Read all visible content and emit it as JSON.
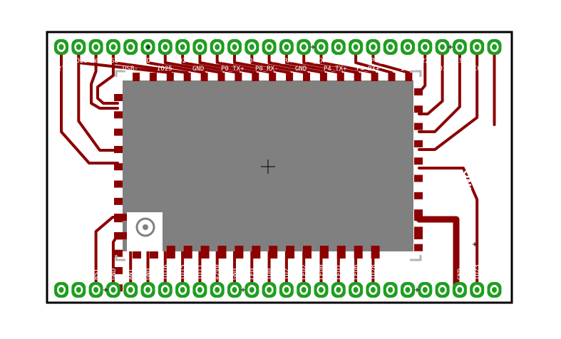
{
  "board": {
    "title": "HE Expander v0.2",
    "logo_text": "DRAGINO",
    "colors": {
      "outline": "#000000",
      "copper": "#8b0000",
      "pad_ring": "#1f9e1f",
      "module": "#808080",
      "silkscreen": "#ffffff",
      "bracket": "#b4b4b4"
    }
  },
  "top_header": {
    "labels_row1": [
      "IO26",
      "GND",
      "USB",
      "GND",
      "IO24",
      "P0_TX-",
      "GND",
      "P0_RX+",
      "P4_TX-",
      "GND",
      "P4_RX-",
      "IO22",
      "IO19"
    ],
    "labels_row2": [
      "IO27",
      "USB-",
      "IO25",
      "GND",
      "P0_TX+",
      "P0_RX-",
      "GND",
      "P4_TX+",
      "P4_RX+",
      "IO21",
      "IO18",
      "IO20"
    ]
  },
  "bottom_header": {
    "labels": [
      "GND",
      "GND",
      "RST",
      "GND",
      "ANT",
      "GND",
      "IO16",
      "IO15",
      "IO11",
      "+2V0",
      "GND",
      "LED",
      "IO0",
      "IO2",
      "LED2",
      "LED0",
      "LED1",
      "LED6",
      "IO28",
      "GND",
      "GND",
      "+3V3",
      "+3V3",
      "GND",
      "IO23"
    ]
  }
}
